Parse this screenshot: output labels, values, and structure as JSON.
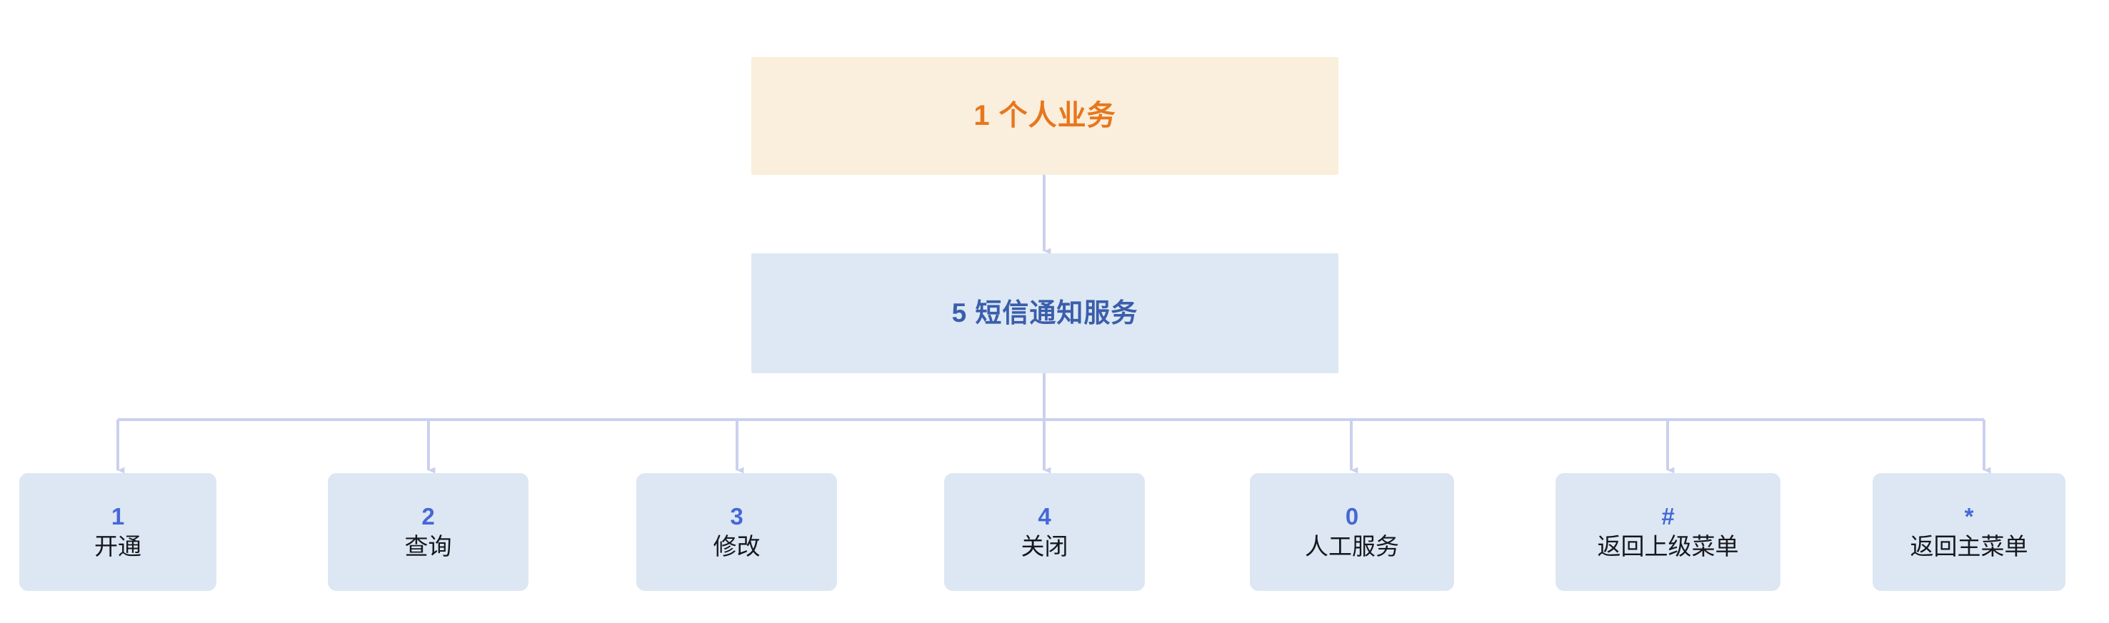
{
  "diagram": {
    "type": "flowchart",
    "orientation": "top-down",
    "theme": {
      "background": "#ffffff",
      "root_fill": "#faeedc",
      "root_text": "#e8761c",
      "branch_fill": "#dde8f4",
      "branch_text": "#3b5eab",
      "leaf_fill": "#dce7f3",
      "leaf_key_text": "#4668d6",
      "leaf_label_text": "#16181d",
      "connector": "#ccd0ef"
    },
    "root": {
      "key": "1",
      "label": "个人业务",
      "title": "1 个人业务"
    },
    "branch": {
      "key": "5",
      "label": "短信通知服务",
      "title": "5 短信通知服务"
    },
    "leaves": [
      {
        "key": "1",
        "label": "开通"
      },
      {
        "key": "2",
        "label": "查询"
      },
      {
        "key": "3",
        "label": "修改"
      },
      {
        "key": "4",
        "label": "关闭"
      },
      {
        "key": "0",
        "label": "人工服务"
      },
      {
        "key": "#",
        "label": "返回上级菜单"
      },
      {
        "key": "*",
        "label": "返回主菜单"
      }
    ]
  }
}
